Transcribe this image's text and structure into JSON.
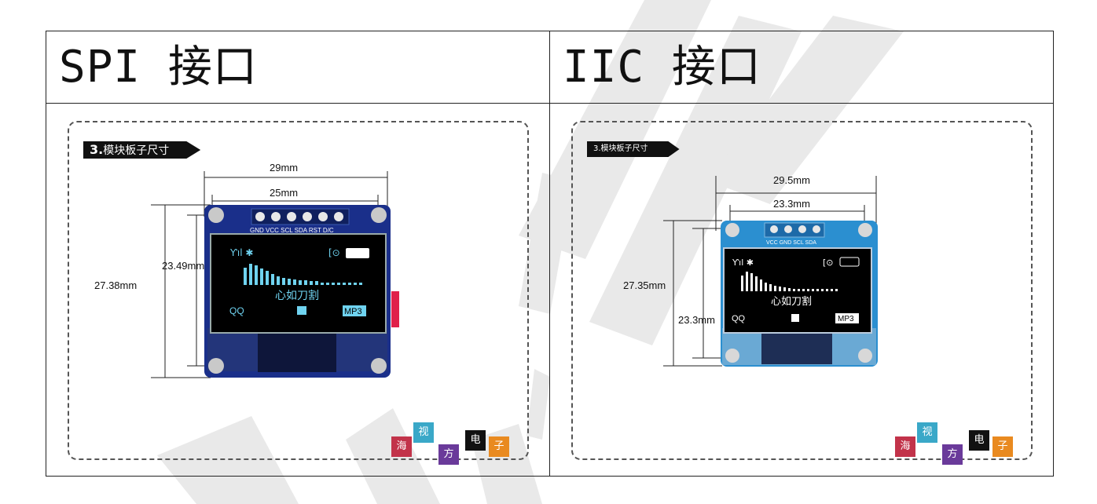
{
  "headers": {
    "spi": "SPI 接口",
    "iic": "IIC 接口"
  },
  "spi_panel": {
    "banner_num": "3.",
    "banner_text": "模块板子尺寸",
    "dims": {
      "outer_width": "29mm",
      "inner_width": "25mm",
      "outer_height": "27.38mm",
      "inner_height": "23.49mm"
    },
    "pin_labels": "GND VCC SCL SDA RST D/C",
    "screen": {
      "song": "心如刀割",
      "left": "QQ",
      "right": "MP3"
    }
  },
  "iic_panel": {
    "banner_text": "3.模块板子尺寸",
    "dims": {
      "outer_width": "29.5mm",
      "inner_width": "23.3mm",
      "outer_height": "27.35mm",
      "inner_height": "23.3mm"
    },
    "pin_labels": "VCC GND SCL SDA",
    "screen": {
      "song": "心如刀割",
      "left": "QQ",
      "right": "MP3"
    }
  },
  "logo": {
    "c1": "海",
    "c2": "视",
    "c3": "方",
    "c4": "电",
    "c5": "子"
  },
  "colors": {
    "spi_screen_text": "#6fd3f0",
    "iic_screen_text": "#ffffff",
    "pcb_blue": "#1a2f8a",
    "pcb_light_blue": "#2b8fd0"
  }
}
